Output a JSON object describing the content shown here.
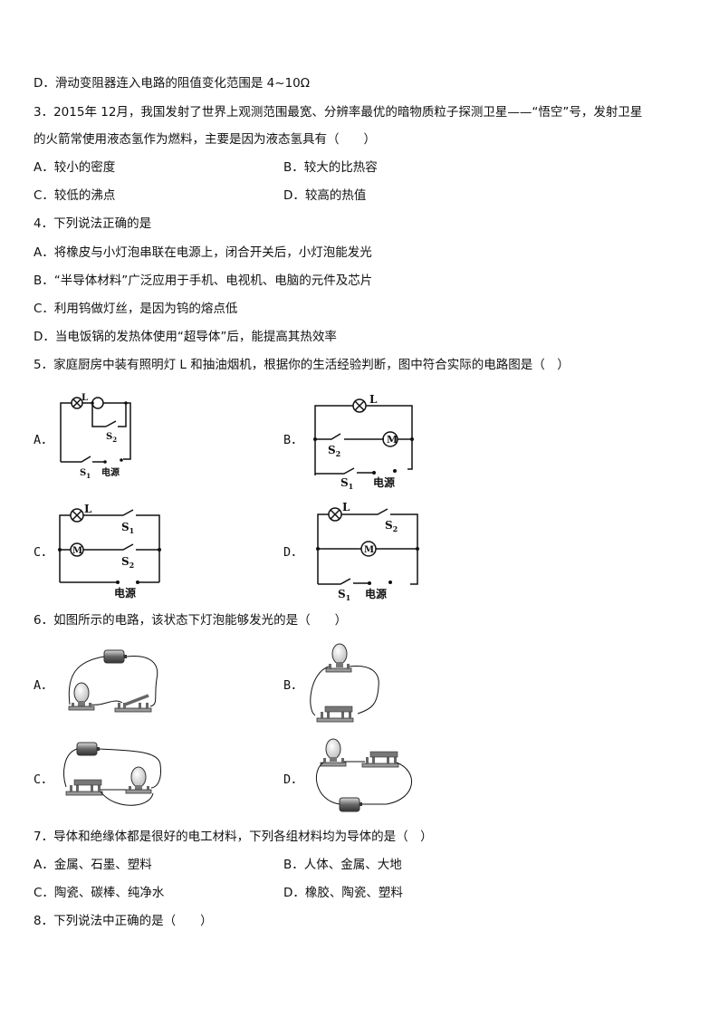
{
  "q2": {
    "option_d": "D．滑动变阻器连入电路的阻值变化范围是 4~10Ω"
  },
  "q3": {
    "stem_line1": "3．2015年 12月，我国发射了世界上观测范围最宽、分辨率最优的暗物质粒子探测卫星——“悟空”号，发射卫星",
    "stem_line2": "的火箭常使用液态氢作为燃料，主要是因为液态氢具有（　　）",
    "options": [
      "A．较小的密度",
      "B．较大的比热容",
      "C．较低的沸点",
      "D．较高的热值"
    ]
  },
  "q4": {
    "stem": "4．下列说法正确的是",
    "options": [
      "A．将橡皮与小灯泡串联在电源上，闭合开关后，小灯泡能发光",
      "B．“半导体材料”广泛应用于手机、电视机、电脑的元件及芯片",
      "C．利用钨做灯丝，是因为钨的熔点低",
      "D．当电饭锅的发热体使用“超导体”后，能提高其热效率"
    ]
  },
  "q5": {
    "stem": "5．家庭厨房中装有照明灯 L 和抽油烟机，根据你的生活经验判断，图中符合实际的电路图是（　）",
    "option_labels": [
      "A．",
      "B．",
      "C．",
      "D．"
    ],
    "symbols": {
      "lamp": "L",
      "motor": "M",
      "switch1": "S₁",
      "switch2": "S₂",
      "source": "电源"
    }
  },
  "q6": {
    "stem": "6．如图所示的电路，该状态下灯泡能够发光的是（　　）",
    "option_labels": [
      "A．",
      "B．",
      "C．",
      "D．"
    ]
  },
  "q7": {
    "stem": "7．导体和绝缘体都是很好的电工材料，下列各组材料均为导体的是（　）",
    "options": [
      "A．金属、石墨、塑料",
      "B．人体、金属、大地",
      "C．陶瓷、碳棒、纯净水",
      "D．橡胶、陶瓷、塑料"
    ]
  },
  "q8": {
    "stem": "8．下列说法中正确的是（　　）"
  }
}
